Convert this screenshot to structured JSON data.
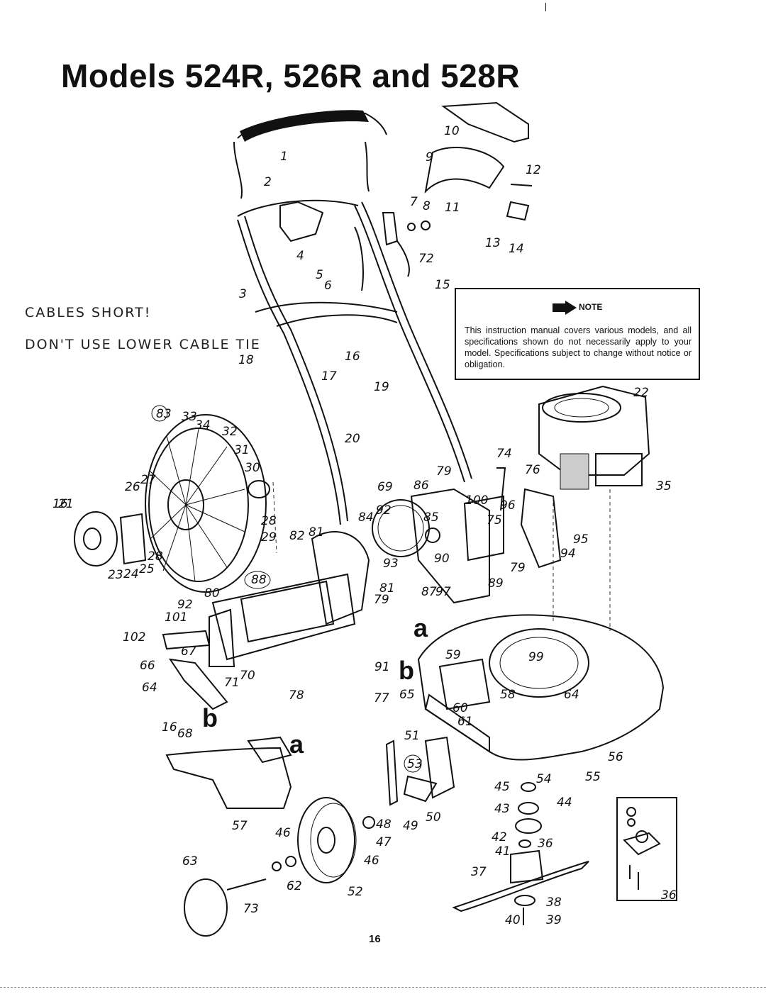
{
  "title": "Models 524R, 526R and 528R",
  "note": {
    "heading": "NOTE",
    "text": "This instruction manual covers various models, and all specifications shown do not necessarily apply to your model. Specifications subject to change without notice or obligation."
  },
  "handwritten": {
    "line1": "CABLES SHORT!",
    "line2": "DON'T USE LOWER CABLE TIE"
  },
  "section_labels": {
    "a": "a",
    "b": "b"
  },
  "page_number": "16",
  "callouts": [
    {
      "id": "c1",
      "text": "1"
    },
    {
      "id": "c2",
      "text": "2"
    },
    {
      "id": "c3",
      "text": "3"
    },
    {
      "id": "c4",
      "text": "4"
    },
    {
      "id": "c5",
      "text": "5"
    },
    {
      "id": "c6",
      "text": "6"
    },
    {
      "id": "c7",
      "text": "7"
    },
    {
      "id": "c8",
      "text": "8"
    },
    {
      "id": "c9",
      "text": "9"
    },
    {
      "id": "c10",
      "text": "10"
    },
    {
      "id": "c11",
      "text": "11"
    },
    {
      "id": "c12",
      "text": "12"
    },
    {
      "id": "c13",
      "text": "13"
    },
    {
      "id": "c14",
      "text": "14"
    },
    {
      "id": "c15",
      "text": "15"
    },
    {
      "id": "c16",
      "text": "16"
    },
    {
      "id": "c17",
      "text": "17"
    },
    {
      "id": "c18",
      "text": "18"
    },
    {
      "id": "c19",
      "text": "19"
    },
    {
      "id": "c20",
      "text": "20"
    },
    {
      "id": "c21",
      "text": "21"
    },
    {
      "id": "c22",
      "text": "22"
    },
    {
      "id": "c23",
      "text": "23"
    },
    {
      "id": "c24",
      "text": "24"
    },
    {
      "id": "c25",
      "text": "25"
    },
    {
      "id": "c26",
      "text": "26"
    },
    {
      "id": "c27",
      "text": "27"
    },
    {
      "id": "c28a",
      "text": "28"
    },
    {
      "id": "c28b",
      "text": "28"
    },
    {
      "id": "c29",
      "text": "29"
    },
    {
      "id": "c30",
      "text": "30"
    },
    {
      "id": "c31",
      "text": "31"
    },
    {
      "id": "c32",
      "text": "32"
    },
    {
      "id": "c33",
      "text": "33"
    },
    {
      "id": "c34",
      "text": "34"
    },
    {
      "id": "c35",
      "text": "35"
    },
    {
      "id": "c36a",
      "text": "36"
    },
    {
      "id": "c36b",
      "text": "36"
    },
    {
      "id": "c37",
      "text": "37"
    },
    {
      "id": "c38",
      "text": "38"
    },
    {
      "id": "c39",
      "text": "39"
    },
    {
      "id": "c40",
      "text": "40"
    },
    {
      "id": "c41",
      "text": "41"
    },
    {
      "id": "c42",
      "text": "42"
    },
    {
      "id": "c43",
      "text": "43"
    },
    {
      "id": "c44",
      "text": "44"
    },
    {
      "id": "c45",
      "text": "45"
    },
    {
      "id": "c46a",
      "text": "46"
    },
    {
      "id": "c46b",
      "text": "46"
    },
    {
      "id": "c47",
      "text": "47"
    },
    {
      "id": "c48",
      "text": "48"
    },
    {
      "id": "c49",
      "text": "49"
    },
    {
      "id": "c50",
      "text": "50"
    },
    {
      "id": "c51",
      "text": "51"
    },
    {
      "id": "c52",
      "text": "52"
    },
    {
      "id": "c53",
      "text": "53"
    },
    {
      "id": "c54",
      "text": "54"
    },
    {
      "id": "c55",
      "text": "55"
    },
    {
      "id": "c56",
      "text": "56"
    },
    {
      "id": "c57",
      "text": "57"
    },
    {
      "id": "c58",
      "text": "58"
    },
    {
      "id": "c59",
      "text": "59"
    },
    {
      "id": "c60",
      "text": "60"
    },
    {
      "id": "c61",
      "text": "61"
    },
    {
      "id": "c62",
      "text": "62"
    },
    {
      "id": "c63",
      "text": "63"
    },
    {
      "id": "c64a",
      "text": "64"
    },
    {
      "id": "c64b",
      "text": "64"
    },
    {
      "id": "c65",
      "text": "65"
    },
    {
      "id": "c66",
      "text": "66"
    },
    {
      "id": "c67",
      "text": "67"
    },
    {
      "id": "c68",
      "text": "68"
    },
    {
      "id": "c69",
      "text": "69"
    },
    {
      "id": "c70",
      "text": "70"
    },
    {
      "id": "c71",
      "text": "71"
    },
    {
      "id": "c72",
      "text": "72"
    },
    {
      "id": "c73",
      "text": "73"
    },
    {
      "id": "c74",
      "text": "74"
    },
    {
      "id": "c75",
      "text": "75"
    },
    {
      "id": "c76",
      "text": "76"
    },
    {
      "id": "c77",
      "text": "77"
    },
    {
      "id": "c78",
      "text": "78"
    },
    {
      "id": "c79a",
      "text": "79"
    },
    {
      "id": "c79b",
      "text": "79"
    },
    {
      "id": "c79c",
      "text": "79"
    },
    {
      "id": "c80",
      "text": "80"
    },
    {
      "id": "c81a",
      "text": "81"
    },
    {
      "id": "c81b",
      "text": "81"
    },
    {
      "id": "c82",
      "text": "82"
    },
    {
      "id": "c83",
      "text": "83"
    },
    {
      "id": "c84",
      "text": "84"
    },
    {
      "id": "c85",
      "text": "85"
    },
    {
      "id": "c86",
      "text": "86"
    },
    {
      "id": "c87",
      "text": "87"
    },
    {
      "id": "c88",
      "text": "88"
    },
    {
      "id": "c89",
      "text": "89"
    },
    {
      "id": "c90",
      "text": "90"
    },
    {
      "id": "c91",
      "text": "91"
    },
    {
      "id": "c92a",
      "text": "92"
    },
    {
      "id": "c92b",
      "text": "92"
    },
    {
      "id": "c93",
      "text": "93"
    },
    {
      "id": "c94",
      "text": "94"
    },
    {
      "id": "c95",
      "text": "95"
    },
    {
      "id": "c96",
      "text": "96"
    },
    {
      "id": "c97",
      "text": "97"
    },
    {
      "id": "c99",
      "text": "99"
    },
    {
      "id": "c100",
      "text": "100"
    },
    {
      "id": "c101",
      "text": "101"
    },
    {
      "id": "c102",
      "text": "102"
    },
    {
      "id": "c16b",
      "text": "16"
    },
    {
      "id": "c16c",
      "text": "16"
    }
  ]
}
